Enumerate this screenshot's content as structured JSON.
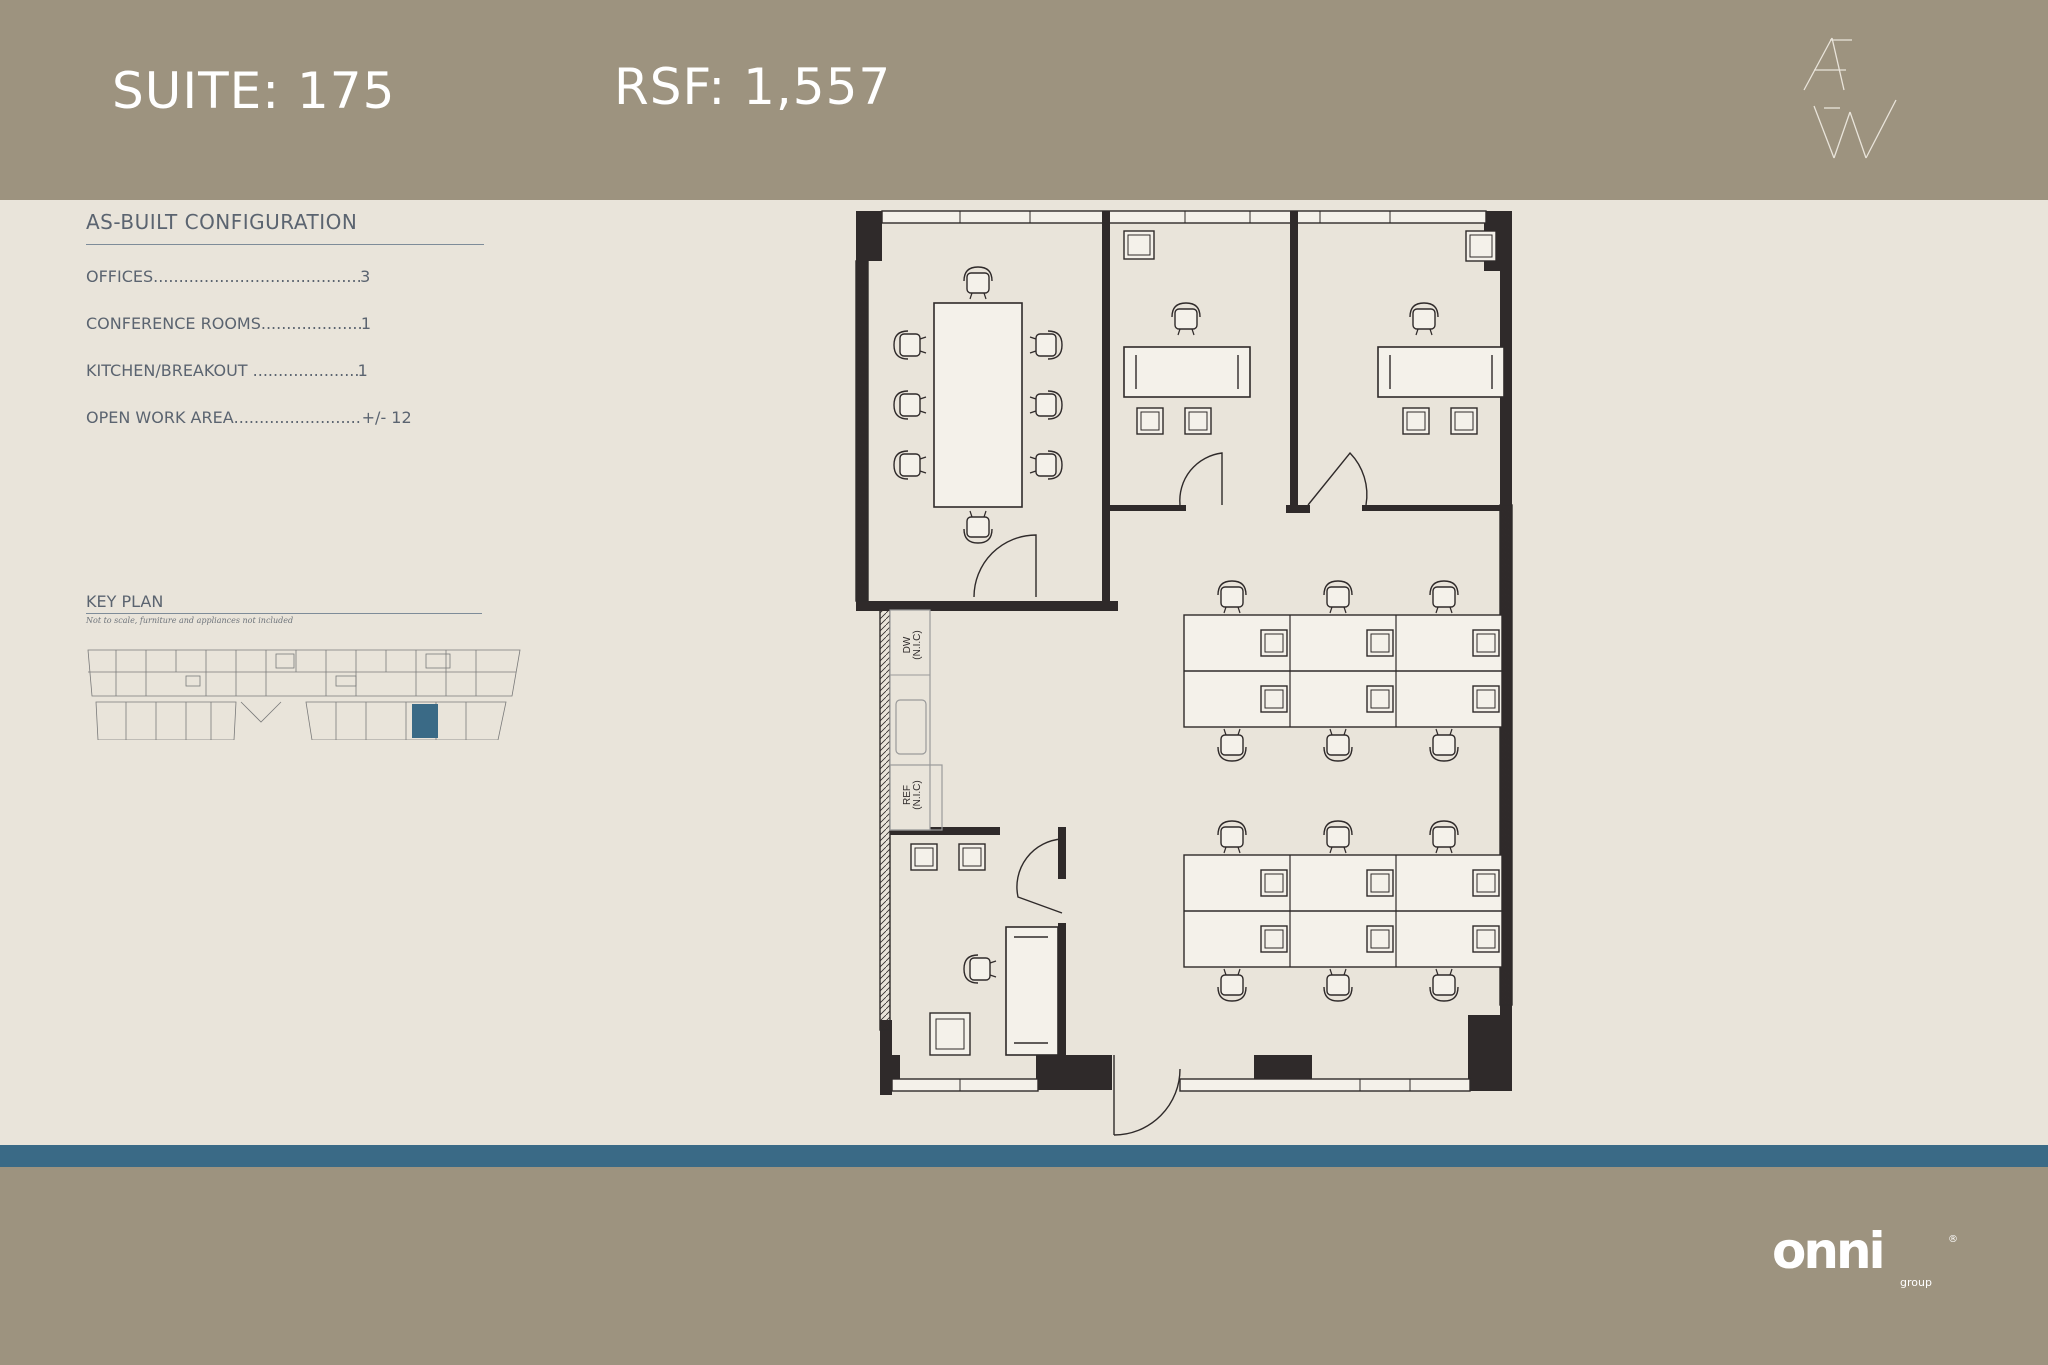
{
  "header": {
    "suite_label": "SUITE: 175",
    "rsf_label": "RSF: 1,557",
    "brand_mark": "AW"
  },
  "configuration": {
    "heading": "AS-BUILT CONFIGURATION",
    "rows": [
      {
        "label": "OFFICES",
        "value": "3"
      },
      {
        "label": "CONFERENCE ROOMS",
        "value": "1"
      },
      {
        "label": "KITCHEN/BREAKOUT",
        "value": "1"
      },
      {
        "label": "OPEN WORK AREA",
        "value": "+/- 12"
      }
    ]
  },
  "key_plan": {
    "heading": "KEY PLAN",
    "note": "Not to scale, furniture and appliances not included"
  },
  "floorplan": {
    "dishwasher_label_1": "DW",
    "dishwasher_label_2": "(N.I.C)",
    "refrigerator_label_1": "REF",
    "refrigerator_label_2": "(N.I.C)"
  },
  "footer": {
    "logo_text": "onni",
    "logo_sub": "group",
    "logo_mark": "®"
  },
  "colors": {
    "band": "#9d937f",
    "background": "#e9e4da",
    "accent_blue": "#3a6a86",
    "wall": "#2f2a2a"
  }
}
